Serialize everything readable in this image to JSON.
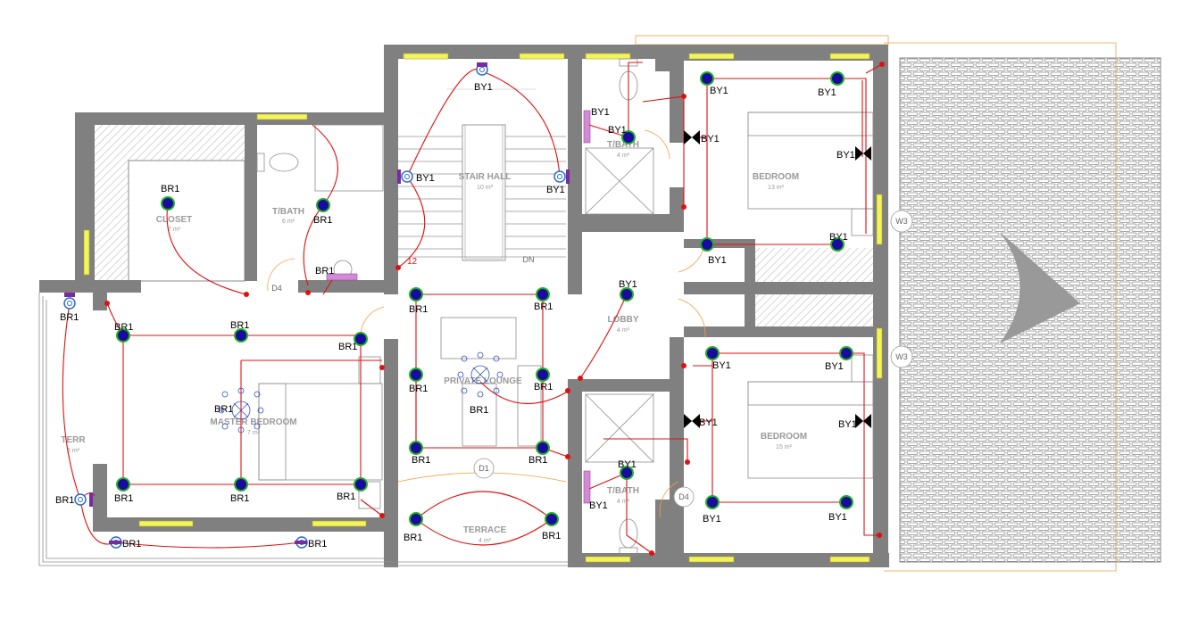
{
  "rooms": {
    "closet": {
      "name": "CLOSET",
      "area": "7 m²"
    },
    "tbath_left": {
      "name": "T/BATH",
      "area": "6 m²"
    },
    "stair_hall": {
      "name": "STAIR HALL",
      "area": "10 m²",
      "dn": "DN"
    },
    "tbath_top": {
      "name": "T/BATH",
      "area": "4 m²"
    },
    "bedroom_top": {
      "name": "BEDROOM",
      "area": "13 m²"
    },
    "lobby": {
      "name": "LOBBY",
      "area": "4 m²"
    },
    "private_lounge": {
      "name": "PRIVATE LOUNGE",
      "area": ""
    },
    "master_bedroom": {
      "name": "MASTER BEDROOM",
      "area": "7 m²"
    },
    "terr": {
      "name": "TERR",
      "area": "5 m²"
    },
    "terrace": {
      "name": "TERRACE",
      "area": "4 m²"
    },
    "tbath_bottom": {
      "name": "T/BATH",
      "area": "4 m²"
    },
    "bedroom_bottom": {
      "name": "BEDROOM",
      "area": "15 m²"
    }
  },
  "tags": {
    "d1": "D1",
    "d4_left": "D4",
    "d4_right": "D4",
    "w3_top": "W3",
    "w3_bottom": "W3"
  },
  "circuit_number": "12",
  "fixtures": {
    "ceiling_light": "BR1",
    "wall_light": "BY1"
  },
  "colors": {
    "wall": "#808080",
    "wire": "#e01010",
    "window": "#f3f35a",
    "fixture": "#1a0aa0",
    "fixture_ring": "#20b020",
    "roof_hatch": "#cfcfcf",
    "door_swing": "#f4a040"
  },
  "labels": {
    "br1_closet": "BR1",
    "br1_bath": "BR1",
    "br1_basin": "BR1",
    "br1_terr_top": "BR1",
    "br1_m1": "BR1",
    "br1_m2": "BR1",
    "br1_m3": "BR1",
    "br1_m4": "BR1",
    "br1_m5": "BR1",
    "br1_m6": "BR1",
    "br1_fan": "BR1",
    "br1_terr_bot": "BR1",
    "br1_ter1": "BR1",
    "br1_ter2": "BR1",
    "br1_pl1": "BR1",
    "br1_pl2": "BR1",
    "br1_pl3": "BR1",
    "br1_pl4": "BR1",
    "br1_pl5": "BR1",
    "br1_pl6": "BR1",
    "br1_plc": "BR1",
    "br1_terrace1": "BR1",
    "br1_terrace2": "BR1",
    "by1_stair_top": "BY1",
    "by1_stair_l": "BY1",
    "by1_stair_r": "BY1",
    "by1_bath_a": "BY1",
    "by1_bath_b": "BY1",
    "by1_bt_valve": "BY1",
    "by1_bed1_tl": "BY1",
    "by1_bed1_tr": "BY1",
    "by1_bed1_valve": "BY1",
    "by1_bed1_bl": "BY1",
    "by1_bed1_br": "BY1",
    "by1_lobby": "BY1",
    "by1_bed2_tl": "BY1",
    "by1_bed2_tr": "BY1",
    "by1_bed2_vl": "BY1",
    "by1_bed2_vr": "BY1",
    "by1_bed2_bl": "BY1",
    "by1_bed2_br": "BY1",
    "by1_bath2_a": "BY1",
    "by1_bath2_b": "BY1"
  }
}
